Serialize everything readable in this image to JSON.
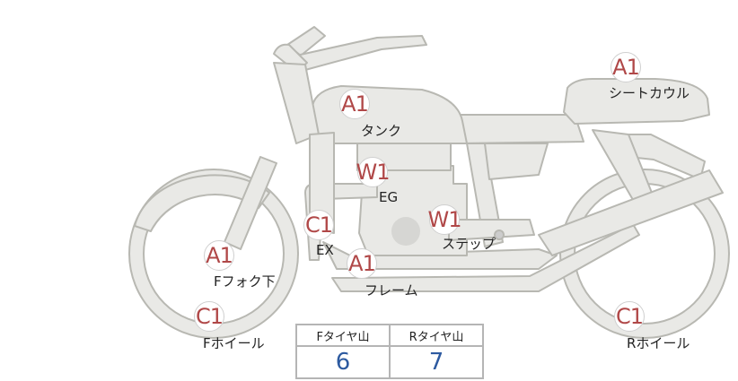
{
  "colors": {
    "body_fill": "#e9e9e6",
    "body_stroke": "#b8b8b2",
    "grade_text": "#b04848",
    "value_text": "#2d5aa0"
  },
  "parts": [
    {
      "id": "tank",
      "label": "タンク",
      "grade": "A1"
    },
    {
      "id": "seat-cowl",
      "label": "シートカウル",
      "grade": "A1"
    },
    {
      "id": "engine",
      "label": "EG",
      "grade": "W1"
    },
    {
      "id": "step",
      "label": "ステップ",
      "grade": "W1"
    },
    {
      "id": "exhaust",
      "label": "EX",
      "grade": "C1"
    },
    {
      "id": "frame",
      "label": "フレーム",
      "grade": "A1"
    },
    {
      "id": "front-fork",
      "label": "Fフォク下",
      "grade": "A1"
    },
    {
      "id": "front-wheel",
      "label": "Fホイール",
      "grade": "C1"
    },
    {
      "id": "rear-wheel",
      "label": "Rホイール",
      "grade": "C1"
    }
  ],
  "tire_table": {
    "headers": [
      "Fタイヤ山",
      "Rタイヤ山"
    ],
    "values": [
      "6",
      "7"
    ]
  }
}
